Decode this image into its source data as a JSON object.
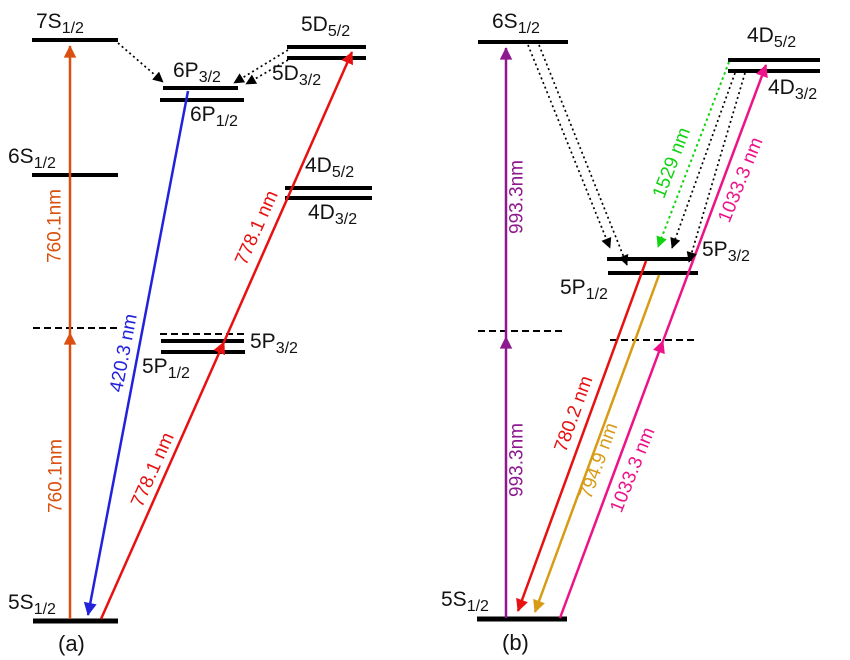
{
  "colors": {
    "level": "#000000",
    "dashed": "#000000",
    "black": "#000000",
    "orange": "#D9500F",
    "blue": "#2222DD",
    "red": "#E81111",
    "purple": "#8E188E",
    "gold": "#D89B15",
    "magenta": "#EE1289",
    "green": "#12D312"
  },
  "a": {
    "caption": "(a)",
    "levels": {
      "s7": {
        "main": "7S",
        "sub": "1/2"
      },
      "s6": {
        "main": "6S",
        "sub": "1/2"
      },
      "s5": {
        "main": "5S",
        "sub": "1/2"
      },
      "p6_32": {
        "main": "6P",
        "sub": "3/2"
      },
      "p6_12": {
        "main": "6P",
        "sub": "1/2"
      },
      "d5_52": {
        "main": "5D",
        "sub": "5/2"
      },
      "d5_32": {
        "main": "5D",
        "sub": "3/2"
      },
      "d4_52": {
        "main": "4D",
        "sub": "5/2"
      },
      "d4_32": {
        "main": "4D",
        "sub": "3/2"
      },
      "p5_32": {
        "main": "5P",
        "sub": "3/2"
      },
      "p5_12": {
        "main": "5P",
        "sub": "1/2"
      }
    },
    "wavelengths": {
      "w760_upper": "760.1nm",
      "w760_lower": "760.1nm",
      "w420": "420.3 nm",
      "w778_upper": "778.1 nm",
      "w778_lower": "778.1 nm"
    },
    "transitions": [
      {
        "from": "5S1/2",
        "to": "7S1/2",
        "wavelength": "760.1nm",
        "style": "solid",
        "color": "orange"
      },
      {
        "from": "7S1/2",
        "to": "6P3/2",
        "wavelength": null,
        "style": "dotted",
        "color": "black"
      },
      {
        "from": "5D5/2",
        "to": "6P3/2",
        "wavelength": null,
        "style": "dotted",
        "color": "black"
      },
      {
        "from": "5D3/2",
        "to": "6P3/2",
        "wavelength": null,
        "style": "dotted",
        "color": "black"
      },
      {
        "from": "6P3/2",
        "to": "5S1/2",
        "wavelength": "420.3 nm",
        "style": "solid",
        "color": "blue"
      },
      {
        "from": "5S1/2",
        "to": "5D5/2",
        "wavelength": "778.1 nm",
        "style": "solid",
        "color": "red"
      }
    ]
  },
  "b": {
    "caption": "(b)",
    "levels": {
      "s6": {
        "main": "6S",
        "sub": "1/2"
      },
      "s5": {
        "main": "5S",
        "sub": "1/2"
      },
      "p5_32": {
        "main": "5P",
        "sub": "3/2"
      },
      "p5_12": {
        "main": "5P",
        "sub": "1/2"
      },
      "d4_52": {
        "main": "4D",
        "sub": "5/2"
      },
      "d4_32": {
        "main": "4D",
        "sub": "3/2"
      }
    },
    "wavelengths": {
      "w993_upper": "993.3nm",
      "w993_lower": "993.3nm",
      "w780": "780.2 nm",
      "w794": "794.9 nm",
      "w1033_upper": "1033.3 nm",
      "w1033_lower": "1033.3 nm",
      "w1529": "1529 nm"
    },
    "transitions": [
      {
        "from": "5S1/2",
        "to": "6S1/2",
        "wavelength": "993.3nm",
        "style": "solid",
        "color": "purple"
      },
      {
        "from": "6S1/2",
        "to": "5P3/2",
        "wavelength": null,
        "style": "dotted",
        "color": "black"
      },
      {
        "from": "6S1/2",
        "to": "5P1/2",
        "wavelength": null,
        "style": "dotted",
        "color": "black"
      },
      {
        "from": "4D5/2",
        "to": "5P3/2",
        "wavelength": "1529 nm",
        "style": "dotted",
        "color": "green"
      },
      {
        "from": "4D3/2",
        "to": "5P3/2",
        "wavelength": null,
        "style": "dotted",
        "color": "black"
      },
      {
        "from": "4D3/2",
        "to": "5P1/2",
        "wavelength": null,
        "style": "dotted",
        "color": "black"
      },
      {
        "from": "5P3/2",
        "to": "5S1/2",
        "wavelength": "780.2 nm",
        "style": "solid",
        "color": "red"
      },
      {
        "from": "5P1/2",
        "to": "5S1/2",
        "wavelength": "794.9 nm",
        "style": "solid",
        "color": "gold"
      },
      {
        "from": "5S1/2",
        "to": "4D5/2",
        "wavelength": "1033.3 nm",
        "style": "solid",
        "color": "magenta"
      }
    ]
  }
}
